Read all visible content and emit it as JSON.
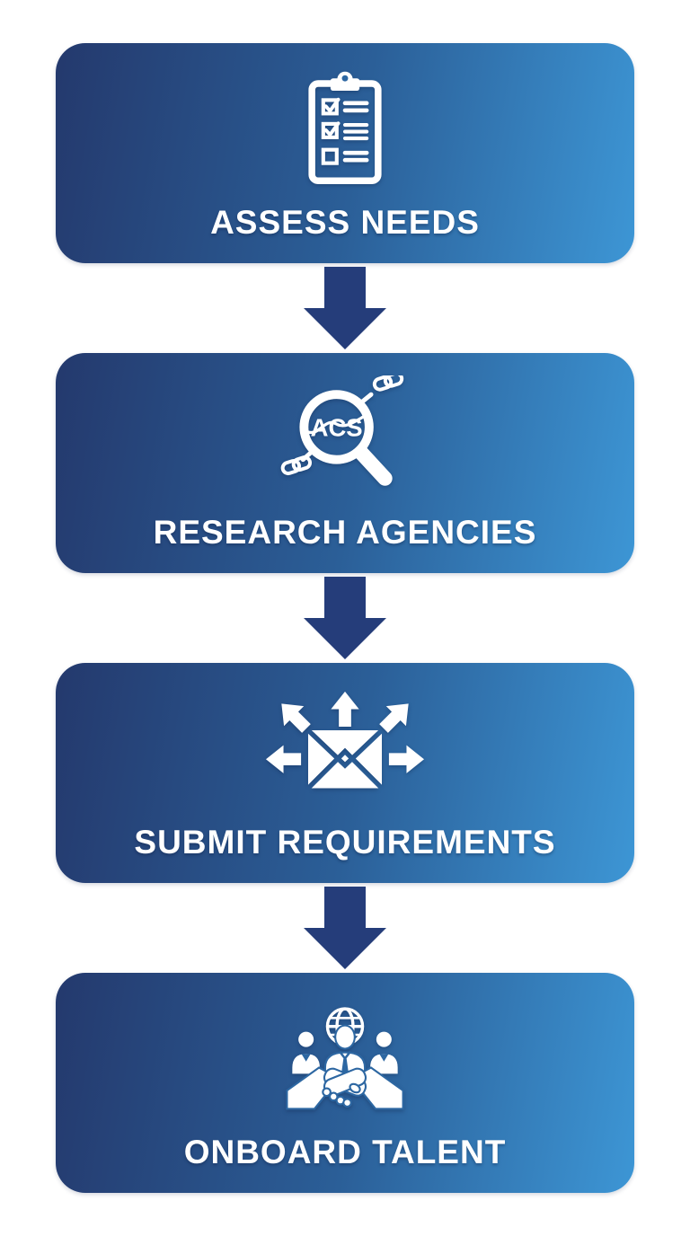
{
  "diagram": {
    "steps": [
      {
        "label": "ASSESS NEEDS",
        "icon": "clipboard-checklist-icon"
      },
      {
        "label": "RESEARCH AGENCIES",
        "icon": "magnifier-links-icon",
        "lens_text": "ACS"
      },
      {
        "label": "SUBMIT REQUIREMENTS",
        "icon": "envelope-send-icon"
      },
      {
        "label": "ONBOARD TALENT",
        "icon": "team-handshake-icon"
      }
    ],
    "connector_icon": "down-arrow-icon",
    "colors": {
      "card_gradient_start": "#24396d",
      "card_gradient_mid": "#2b5f98",
      "card_gradient_end": "#3d96d5",
      "arrow": "#253d7a",
      "icon": "#ffffff",
      "label_text": "#ffffff",
      "background": "#ffffff"
    }
  }
}
